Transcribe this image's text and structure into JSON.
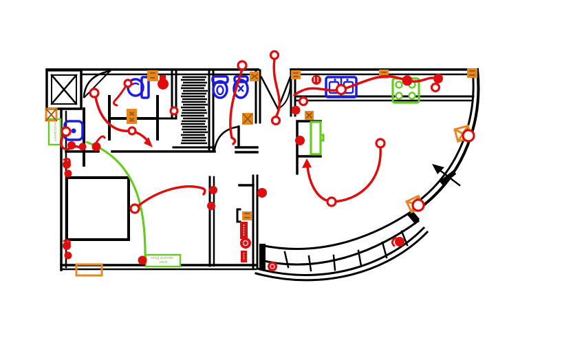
{
  "colors": {
    "background": "#ffffff",
    "wall": "#000000",
    "wiring_red": "#dd0e0e",
    "fixture_blue": "#1c1ce0",
    "appliance_green": "#65cc1f",
    "symbol_orange": "#e8871f",
    "symbol_orange_dark": "#9a5a10"
  },
  "labels": {
    "side_unit_label": "conditioner",
    "floor_note_line1": "second floor",
    "floor_note_line2": "plan"
  },
  "icons": {
    "elevator_shaft": "crossed-double-square",
    "wardrobe": "hatched-clothes-rail",
    "junction_box": "orange-square",
    "wall_switch": "orange-crossed-square",
    "ceiling_light": "red-ring",
    "socket_outlet": "red-filled-circle",
    "wiring_run": "red-arc",
    "direction_arrow": "black-north-arrow",
    "window": "orange-rect-on-wall"
  }
}
